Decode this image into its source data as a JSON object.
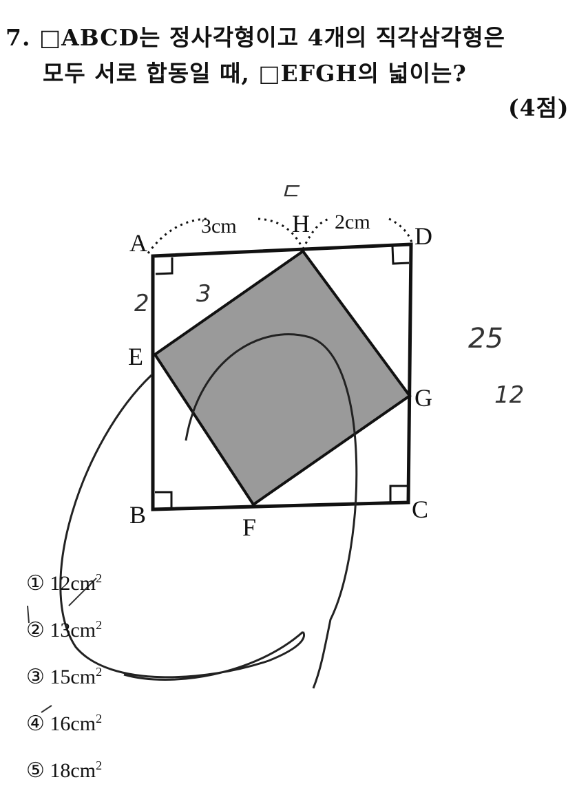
{
  "question": {
    "number": "7.",
    "line1": "□ABCD는 정사각형이고 4개의 직각삼각형은",
    "line2": "모두 서로 합동일 때, □EFGH의 넓이는?",
    "points": "(4점)"
  },
  "figure": {
    "labels": {
      "A": "A",
      "B": "B",
      "C": "C",
      "D": "D",
      "E": "E",
      "F": "F",
      "G": "G",
      "H": "H"
    },
    "ah_length": "3cm",
    "hd_length": "2cm",
    "shade_color": "#9a9a9a"
  },
  "handwriting": {
    "near_h": "ㄷ",
    "ae": "2",
    "ah_inside": "3",
    "side_1": "25",
    "side_2": "12"
  },
  "options": [
    {
      "mark": "①",
      "value": "12",
      "unit": "cm",
      "exp": "2"
    },
    {
      "mark": "②",
      "value": "13",
      "unit": "cm",
      "exp": "2"
    },
    {
      "mark": "③",
      "value": "15",
      "unit": "cm",
      "exp": "2"
    },
    {
      "mark": "④",
      "value": "16",
      "unit": "cm",
      "exp": "2"
    },
    {
      "mark": "⑤",
      "value": "18",
      "unit": "cm",
      "exp": "2"
    }
  ]
}
